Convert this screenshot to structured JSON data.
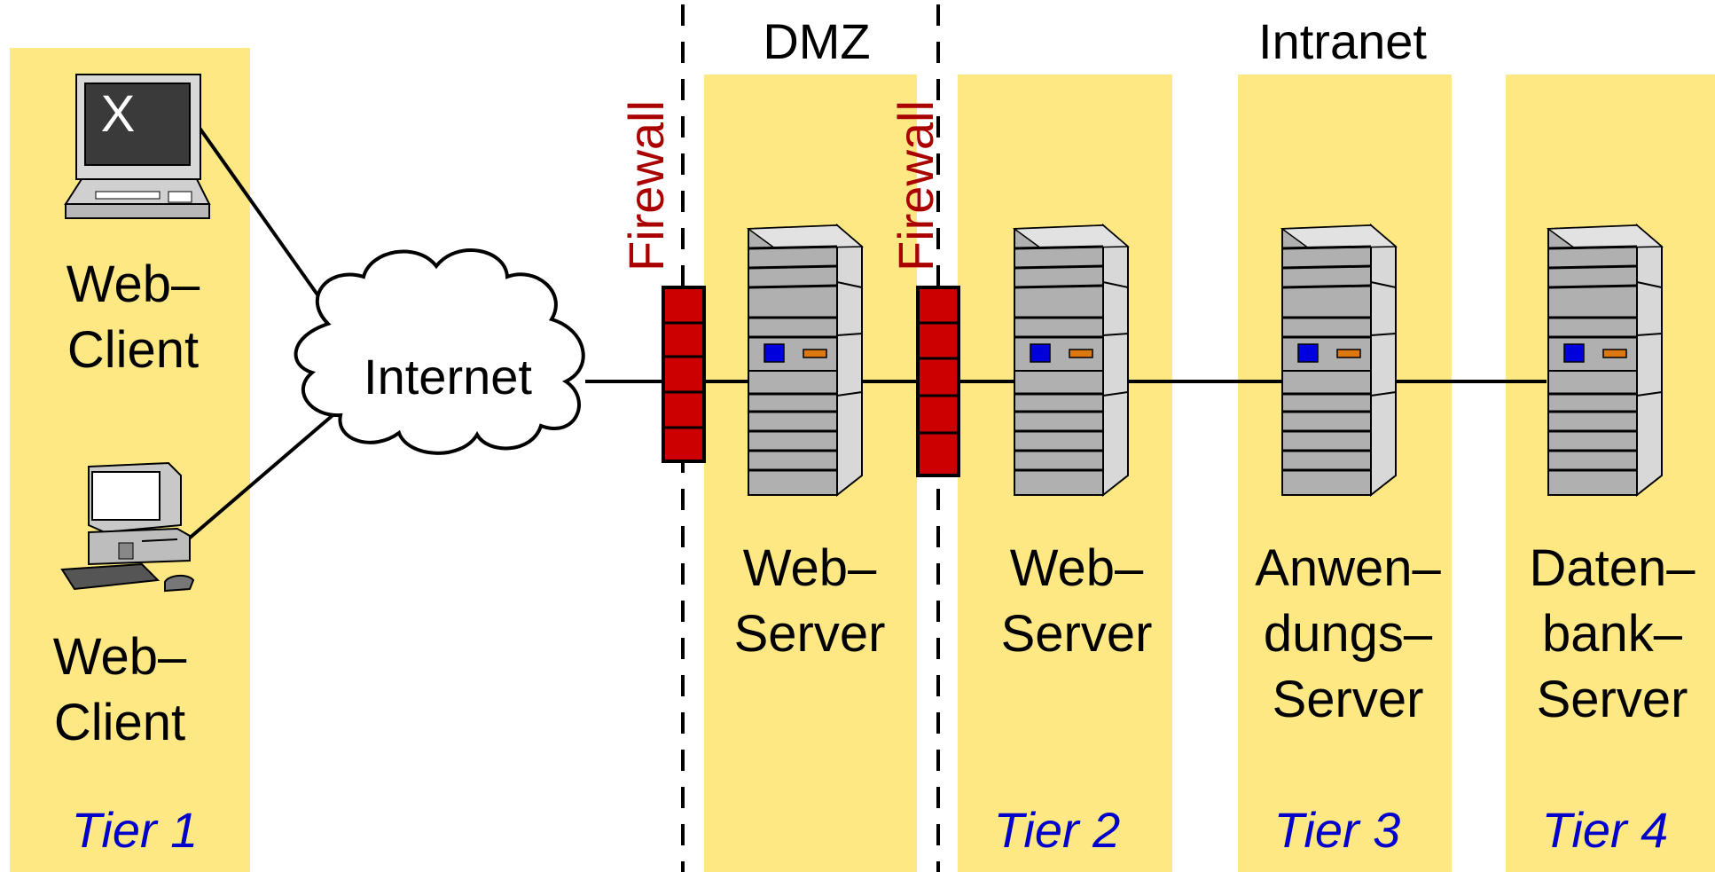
{
  "zones": {
    "dmz_label": "DMZ",
    "intranet_label": "Intranet"
  },
  "firewalls": [
    {
      "label": "Firewall"
    },
    {
      "label": "Firewall"
    }
  ],
  "internet": {
    "label": "Internet"
  },
  "clients": [
    {
      "line1": "Web–",
      "line2": "Client",
      "icon": "x-terminal-icon"
    },
    {
      "line1": "Web–",
      "line2": "Client",
      "icon": "desktop-pc-icon"
    }
  ],
  "servers": [
    {
      "lines": [
        "Web–",
        "Server"
      ]
    },
    {
      "lines": [
        "Web–",
        "Server"
      ]
    },
    {
      "lines": [
        "Anwen–",
        "dungs–",
        "Server"
      ]
    },
    {
      "lines": [
        "Daten–",
        "bank–",
        "Server"
      ]
    }
  ],
  "tiers": [
    "Tier 1",
    "Tier 2",
    "Tier 3",
    "Tier 4"
  ],
  "colors": {
    "tier_background": "#fde883",
    "firewall_red": "#cc0000",
    "firewall_label": "#aa0000",
    "tier_label": "#0000cc",
    "server_body": "#b0b0b0",
    "server_led_blue": "#0000dd",
    "server_led_orange": "#dd7711"
  }
}
